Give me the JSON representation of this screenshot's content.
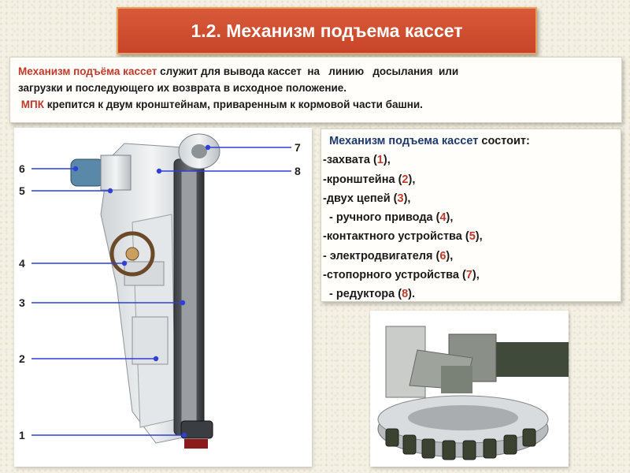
{
  "title": "1.2. Механизм подъема кассет",
  "intro": {
    "line1": {
      "highlight": "Механизм подъёма кассет",
      "rest": " служит для вывода кассет  на   линию   досылания  или"
    },
    "line2": "загрузки и последующего их возврата в исходное положение.",
    "line3": {
      "highlight": "МПК",
      "rest": " крепится к двум кронштейнам, приваренным к кормовой части башни."
    }
  },
  "components": {
    "heading": {
      "highlight": "Механизм подъема кассет",
      "rest": " состоит:"
    },
    "items": [
      {
        "text": "-захвата (",
        "num": "1",
        "end": "),"
      },
      {
        "text": "-кронштейна (",
        "num": "2",
        "end": "),"
      },
      {
        "text": "-двух цепей (",
        "num": "3",
        "end": "),"
      },
      {
        "text": "  - ручного привода (",
        "num": "4",
        "end": "),"
      },
      {
        "text": "-контактного устройства (",
        "num": "5",
        "end": "),"
      },
      {
        "text": "- электродвигателя (",
        "num": "6",
        "end": "),"
      },
      {
        "text": "-стопорного устройства (",
        "num": "7",
        "end": "),"
      },
      {
        "text": "  - редуктора (",
        "num": "8",
        "end": ")."
      }
    ]
  },
  "diagram": {
    "callouts": [
      "1",
      "2",
      "3",
      "4",
      "5",
      "6",
      "7",
      "8"
    ]
  },
  "colors": {
    "title_bg": "#cf4e30",
    "highlight_red": "#c0392b",
    "highlight_navy": "#1f3a6e",
    "callout_line": "#2f3fd8"
  }
}
